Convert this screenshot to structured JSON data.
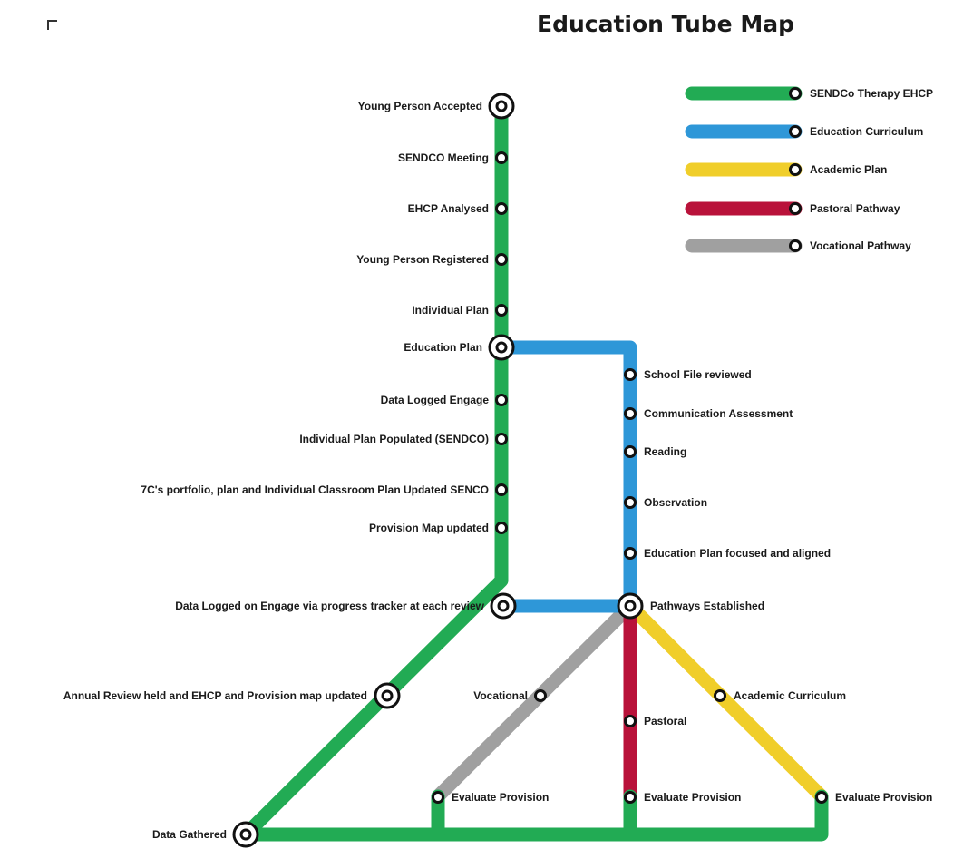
{
  "title": "Education Tube Map",
  "colors": {
    "green": "#22ab54",
    "blue": "#2e97d8",
    "yellow": "#f0ce2a",
    "red": "#b9123a",
    "gray": "#a0a0a0"
  },
  "legend": [
    {
      "color": "green",
      "label": "SENDCo  Therapy  EHCP"
    },
    {
      "color": "blue",
      "label": "Education Curriculum"
    },
    {
      "color": "yellow",
      "label": "Academic Plan"
    },
    {
      "color": "red",
      "label": "Pastoral Pathway"
    },
    {
      "color": "gray",
      "label": "Vocational Pathway"
    }
  ],
  "stations": {
    "young_person_accepted": "Young Person Accepted",
    "sendco_meeting": "SENDCO Meeting",
    "ehcp_analysed": "EHCP Analysed",
    "young_person_registered": "Young Person Registered",
    "individual_plan": "Individual Plan",
    "education_plan": "Education Plan",
    "data_logged_engage": "Data Logged Engage",
    "individual_plan_populated": "Individual Plan Populated (SENDCO)",
    "portfolio_plan_updated": "7C's portfolio, plan and Individual Classroom Plan Updated SENCO",
    "provision_map_updated": "Provision Map updated",
    "data_logged_review": "Data Logged on Engage via progress tracker at each review",
    "annual_review": "Annual Review held and EHCP and Provision map updated",
    "data_gathered": "Data Gathered",
    "school_file_reviewed": "School File reviewed",
    "communication_assessment": "Communication Assessment",
    "reading": "Reading",
    "observation": "Observation",
    "education_plan_focused": "Education Plan focused and aligned",
    "pathways_established": "Pathways Established",
    "vocational": "Vocational",
    "pastoral": "Pastoral",
    "academic_curriculum": "Academic Curriculum",
    "evaluate_provision_vocational": "Evaluate Provision",
    "evaluate_provision_pastoral": "Evaluate Provision",
    "evaluate_provision_academic": "Evaluate Provision"
  }
}
